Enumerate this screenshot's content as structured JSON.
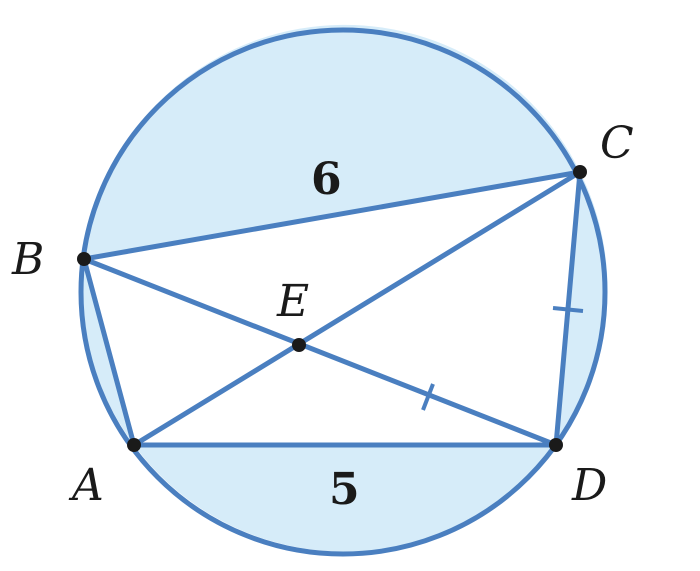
{
  "diagram": {
    "points": {
      "A": "A",
      "B": "B",
      "C": "C",
      "D": "D",
      "E": "E"
    },
    "lengths": {
      "BC": "6",
      "AD": "5"
    },
    "colors": {
      "stroke": "#4a7fc0",
      "fill": "#d6ecf9",
      "point": "#1a1a1a"
    }
  }
}
